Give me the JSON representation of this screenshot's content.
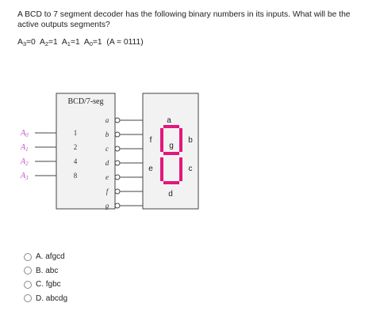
{
  "question": {
    "text": "A BCD to 7 segment decoder has the following binary numbers in its inputs.  What will be the active outputs segments?",
    "given": {
      "a3": "A3=0",
      "a2": "A2=1",
      "a1": "A1=1",
      "a0": "A0=1",
      "decimal": "(A = 0111)"
    }
  },
  "diagram": {
    "decoder_label": "BCD/7-seg",
    "inputs": [
      {
        "name": "A0",
        "weight": "1"
      },
      {
        "name": "A1",
        "weight": "2"
      },
      {
        "name": "A2",
        "weight": "4"
      },
      {
        "name": "A3",
        "weight": "8"
      }
    ],
    "outputs": [
      "a",
      "b",
      "c",
      "d",
      "e",
      "f",
      "g"
    ],
    "segment_labels": {
      "a": "a",
      "b": "b",
      "c": "c",
      "d": "d",
      "e": "e",
      "f": "f",
      "g": "g"
    },
    "colors": {
      "input_label": "#c050c0",
      "segment": "#e2177c",
      "box": "#f2f2f2"
    }
  },
  "options": [
    {
      "label": "A. afgcd"
    },
    {
      "label": "B. abc"
    },
    {
      "label": "C. fgbc"
    },
    {
      "label": "D. abcdg"
    }
  ]
}
